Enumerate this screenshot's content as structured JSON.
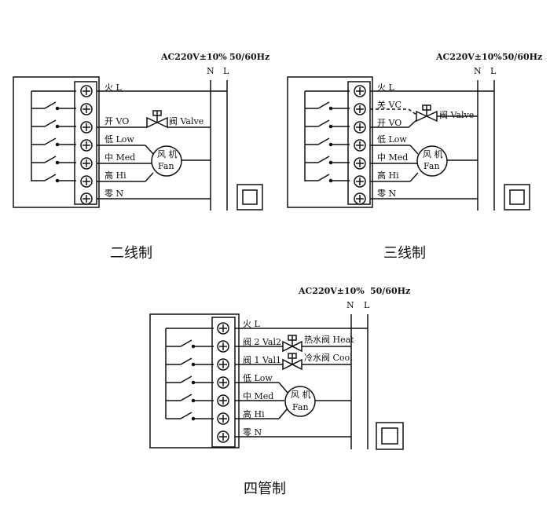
{
  "diagrams": [
    {
      "id": "two-wire",
      "supply": "AC220V±10%",
      "freq": "50/60Hz",
      "n_label": "N",
      "l_label": "L",
      "terminals": [
        "火 L",
        "开 VO",
        "低 Low",
        "中 Med",
        "高 Hi",
        "零 N"
      ],
      "valve_label": "阀 Valve",
      "fan_label_1": "风 机",
      "fan_label_2": "Fan",
      "caption": "二线制"
    },
    {
      "id": "three-wire",
      "supply": "AC220V±10%",
      "freq": "50/60Hz",
      "n_label": "N",
      "l_label": "L",
      "terminals": [
        "火 L",
        "关 VC",
        "开 VO",
        "低 Low",
        "中 Med",
        "高 Hi",
        "零 N"
      ],
      "valve_label": "阀 Valve",
      "fan_label_1": "风 机",
      "fan_label_2": "Fan",
      "caption": "三线制"
    },
    {
      "id": "four-pipe",
      "supply": "AC220V±10%",
      "freq": "50/60Hz",
      "n_label": "N",
      "l_label": "L",
      "terminals": [
        "火 L",
        "阀 2 Val2",
        "阀 1 Val1",
        "低 Low",
        "中 Med",
        "高 Hi",
        "零 N"
      ],
      "heat_valve_label": "热水阀 Heat",
      "cool_valve_label": "冷水阀 Cool",
      "fan_label_1": "风 机",
      "fan_label_2": "Fan",
      "caption": "四管制"
    }
  ]
}
